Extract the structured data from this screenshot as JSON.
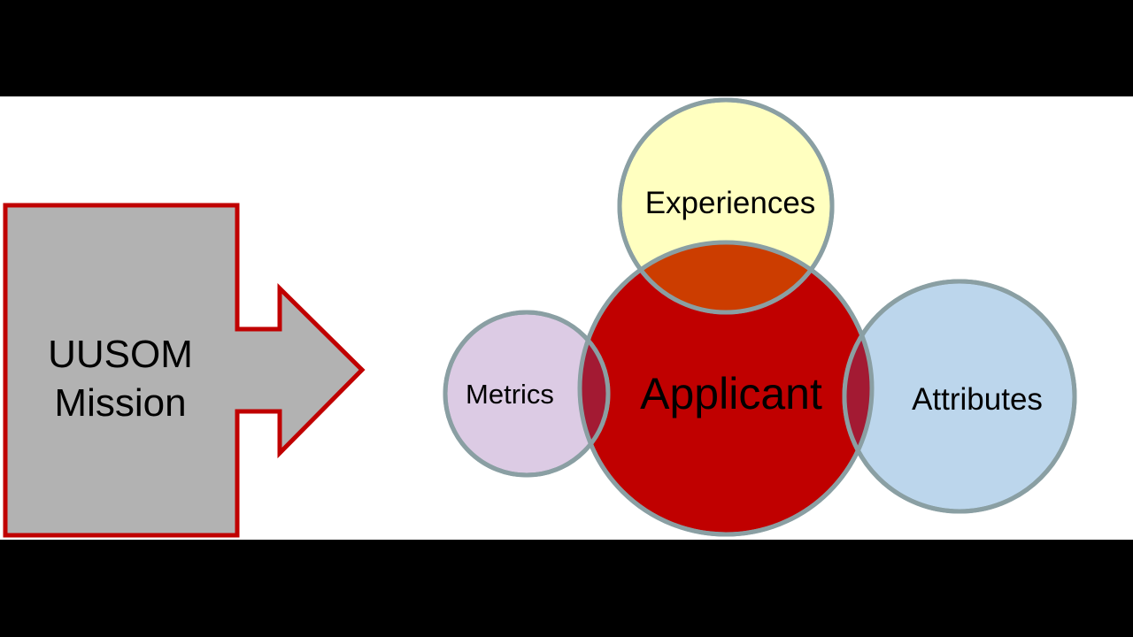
{
  "mission_arrow": {
    "line1": "UUSOM",
    "line2": "Mission"
  },
  "circles": {
    "center": "Applicant",
    "top": "Experiences",
    "left": "Metrics",
    "right": "Attributes"
  },
  "colors": {
    "background": "#000000",
    "slide": "#ffffff",
    "arrow_fill": "#b2b2b2",
    "arrow_border": "#c00000",
    "applicant_fill": "#c00000",
    "experiences_fill": "#ffffc0",
    "metrics_fill": "#dccbe4",
    "attributes_fill": "#bcd6ec",
    "circle_border": "#8a9fa3",
    "overlap_top": "#cc3d00",
    "overlap_side": "#a31a33"
  }
}
